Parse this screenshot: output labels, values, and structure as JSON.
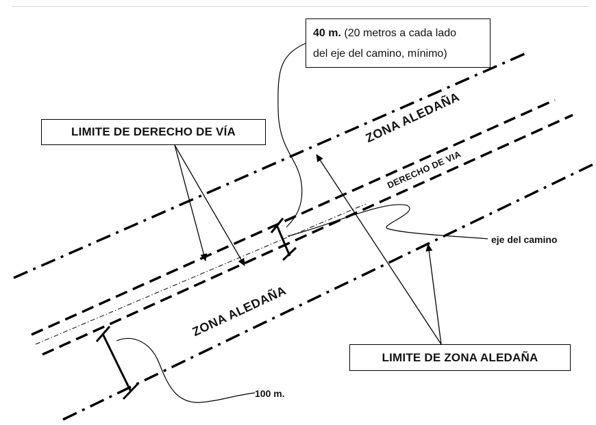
{
  "labels": {
    "limite_derecho_via": "LIMITE DE DERECHO DE VÍA",
    "limite_zona_aledana": "LIMITE DE ZONA ALEDAÑA",
    "forty_bold": "40 m.",
    "forty_rest_line1": "(20 metros a cada lado",
    "forty_rest_line2": "del eje del camino, mínimo)",
    "zona_aledana_top": "ZONA ALEDAÑA",
    "derecho_de_via": "DERECHO DE VIA",
    "zona_aledana_bottom": "ZONA ALEDAÑA",
    "eje_del_camino": "eje del camino",
    "cien_m": "100 m."
  },
  "colors": {
    "line": "#000000",
    "background": "#ffffff"
  }
}
